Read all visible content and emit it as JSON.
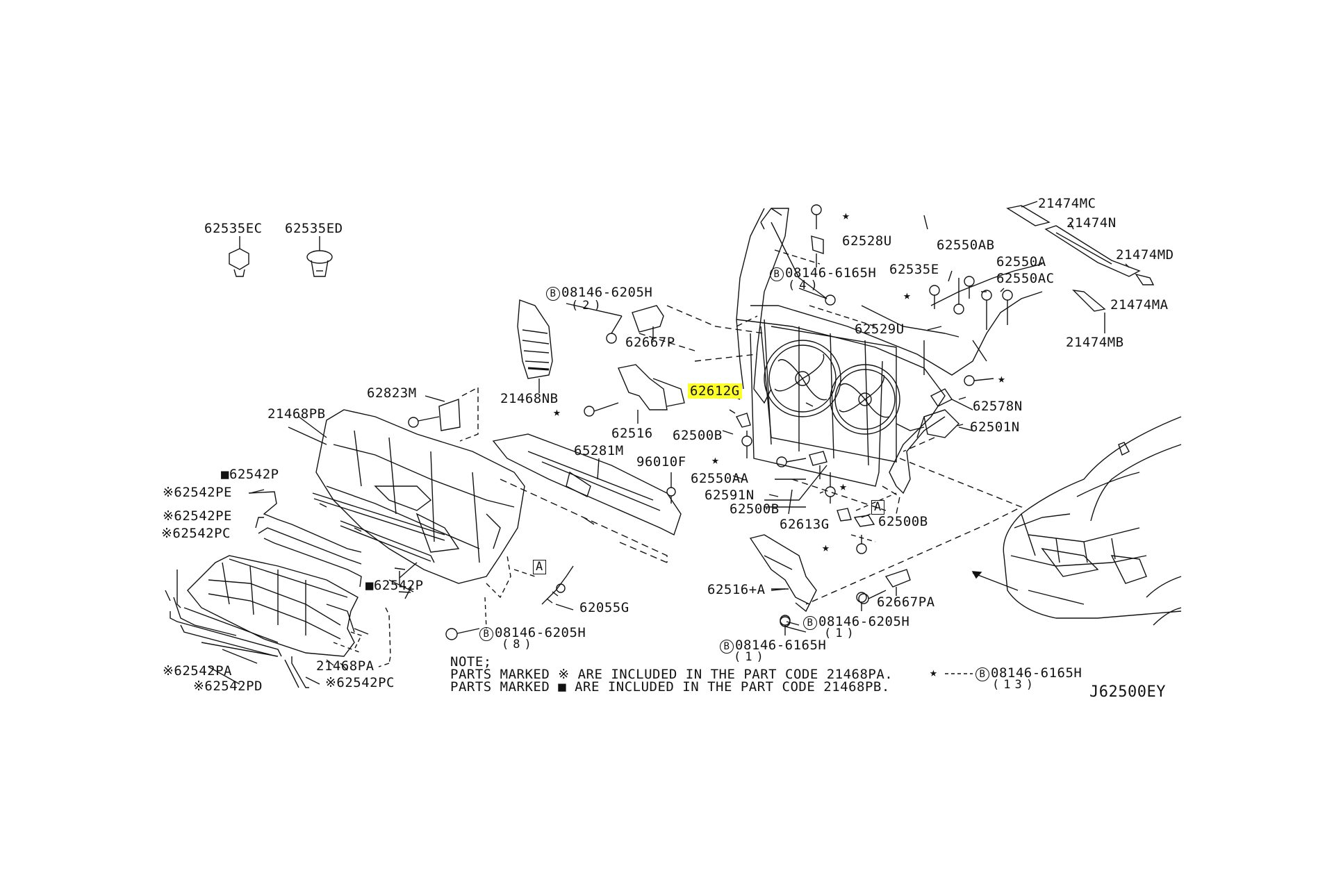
{
  "diagram_code": "J62500EY",
  "highlighted_part": "62612G",
  "notes": {
    "heading": "NOTE;",
    "line1": "PARTS MARKED ※ ARE INCLUDED IN THE PART CODE 21468PA.",
    "line2": "PARTS MARKED ■ ARE INCLUDED IN THE PART CODE 21468PB."
  },
  "star_legend": {
    "symbol": "★",
    "code": "08146-6165H",
    "qty": "(13)"
  },
  "bolt_prefix": "B",
  "star_symbol": "★",
  "ref_marker": "A",
  "labels": {
    "p62535EC": "62535EC",
    "p62535ED": "62535ED",
    "p08146_6205H_2": "08146-6205H",
    "q2": "(2)",
    "p62667P": "62667P",
    "p21468NB": "21468NB",
    "p62612G": "62612G",
    "p62516": "62516",
    "p62500B_1": "62500B",
    "p62823M": "62823M",
    "p21468PB": "21468PB",
    "p65281M": "65281M",
    "p96010F": "96010F",
    "p62550AA": "62550AA",
    "p62591N": "62591N",
    "p62500B_2": "62500B",
    "p62613G": "62613G",
    "p62500B_3": "62500B",
    "p62542P_1": "■62542P",
    "p62542PE_1": "※62542PE",
    "p62542PE_2": "※62542PE",
    "p62542PC_1": "※62542PC",
    "p62542P_2": "■62542P",
    "p62055G": "62055G",
    "p08146_6205H_8": "08146-6205H",
    "q8": "(8)",
    "p21468PA": "21468PA",
    "p62542PA": "※62542PA",
    "p62542PD": "※62542PD",
    "p62542PC_2": "※62542PC",
    "p62516A": "62516+A",
    "p62667PA": "62667PA",
    "p08146_6205H_1": "08146-6205H",
    "q1a": "(1)",
    "p08146_6165H_1": "08146-6165H",
    "q1b": "(1)",
    "p62528U": "62528U",
    "p08146_6165H_4": "08146-6165H",
    "q4": "(4)",
    "p62529U": "62529U",
    "p62535E": "62535E",
    "p62550AB": "62550AB",
    "p62550A": "62550A",
    "p62550AC": "62550AC",
    "p62578N": "62578N",
    "p62501N": "62501N",
    "p21474MC": "21474MC",
    "p21474N": "21474N",
    "p21474MD": "21474MD",
    "p21474MA": "21474MA",
    "p21474MB": "21474MB"
  },
  "colors": {
    "highlight": "#ffff2a",
    "ink": "#111111",
    "background": "#ffffff"
  }
}
